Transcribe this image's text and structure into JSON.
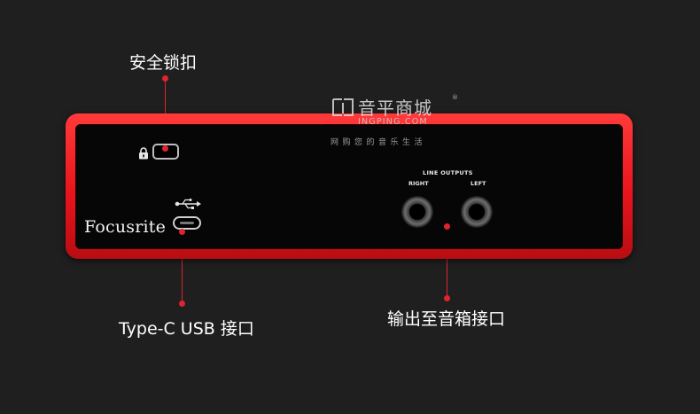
{
  "callouts": {
    "security_lock": "安全锁扣",
    "usb": "Type-C USB 接口",
    "line_out": "输出至音箱接口"
  },
  "device": {
    "brand": "Focusrite",
    "outputs_title": "LINE OUTPUTS",
    "right_label": "RIGHT",
    "left_label": "LEFT"
  },
  "watermark": {
    "title": "音平商城",
    "subtitle": "INGPING.COM",
    "slogan": "网购您的音乐生活",
    "registered": "®"
  },
  "colors": {
    "background": "#1f1f1f",
    "accent_red": "#e0232f",
    "device_red": "#e8141c",
    "panel": "#060606"
  },
  "icons": {
    "lock": "padlock-icon",
    "usb": "usb-icon",
    "logo": "yinping-logo"
  }
}
